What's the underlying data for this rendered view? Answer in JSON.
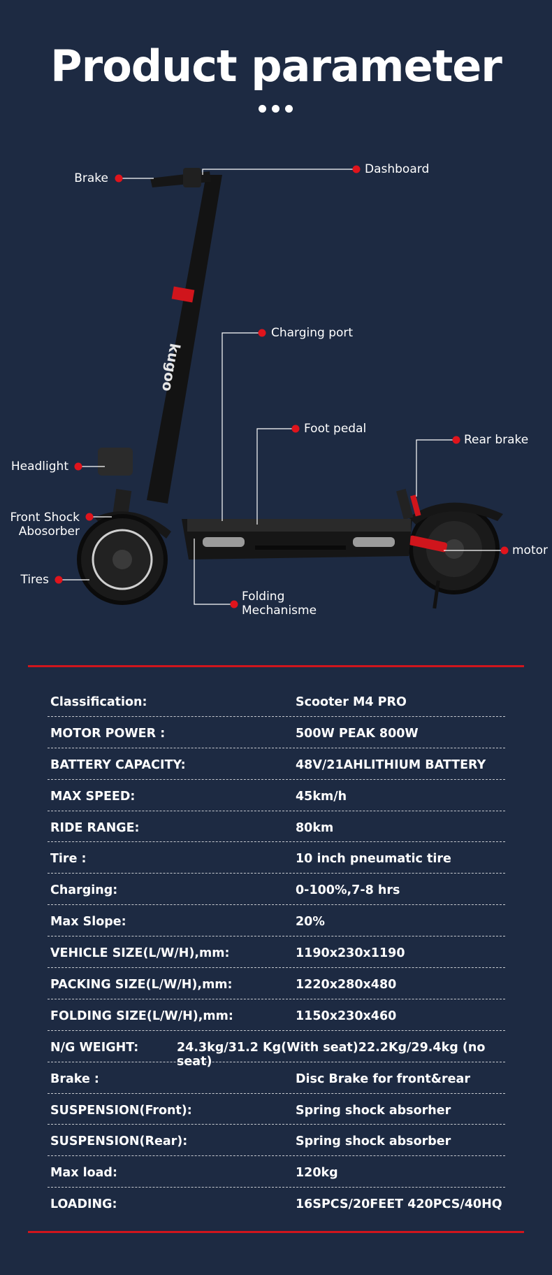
{
  "header": {
    "title": "Product parameter"
  },
  "diagram": {
    "brand_mark": "kugoo",
    "labels": {
      "brake": "Brake",
      "dashboard": "Dashboard",
      "charging_port": "Charging port",
      "foot_pedal": "Foot pedal",
      "rear_brake": "Rear brake",
      "headlight": "Headlight",
      "front_shock_line1": "Front Shock",
      "front_shock_line2": "Abosorber",
      "motor": "motor",
      "tires": "Tires",
      "folding_line1": "Folding",
      "folding_line2": "Mechanisme"
    },
    "colors": {
      "accent": "#e0141c",
      "background": "#1d2a42",
      "scooter_body": "#141414"
    }
  },
  "specs": [
    {
      "key": "Classification:",
      "value": "Scooter M4 PRO"
    },
    {
      "key": "MOTOR POWER :",
      "value": "500W PEAK 800W"
    },
    {
      "key": "BATTERY CAPACITY:",
      "value": "48V/21AHLITHIUM BATTERY"
    },
    {
      "key": "MAX SPEED:",
      "value": "45km/h"
    },
    {
      "key": "RIDE RANGE:",
      "value": "80km"
    },
    {
      "key": "Tire :",
      "value": "10 inch pneumatic tire"
    },
    {
      "key": "Charging:",
      "value": "0-100%,7-8 hrs"
    },
    {
      "key": "Max Slope:",
      "value": "20%"
    },
    {
      "key": "VEHICLE SIZE(L/W/H),mm:",
      "value": "1190x230x1190"
    },
    {
      "key": "PACKING SIZE(L/W/H),mm:",
      "value": "1220x280x480"
    },
    {
      "key": "FOLDING SIZE(L/W/H),mm:",
      "value": "1150x230x460"
    },
    {
      "key": "N/G WEIGHT:",
      "value": "24.3kg/31.2 Kg(With seat)22.2Kg/29.4kg (no seat)"
    },
    {
      "key": "Brake :",
      "value": "Disc Brake for front&rear"
    },
    {
      "key": "SUSPENSION(Front):",
      "value": "Spring shock absorher"
    },
    {
      "key": "SUSPENSION(Rear):",
      "value": "Spring shock absorber"
    },
    {
      "key": "Max load:",
      "value": "120kg"
    },
    {
      "key": "LOADING:",
      "value": "16SPCS/20FEET 420PCS/40HQ"
    }
  ]
}
